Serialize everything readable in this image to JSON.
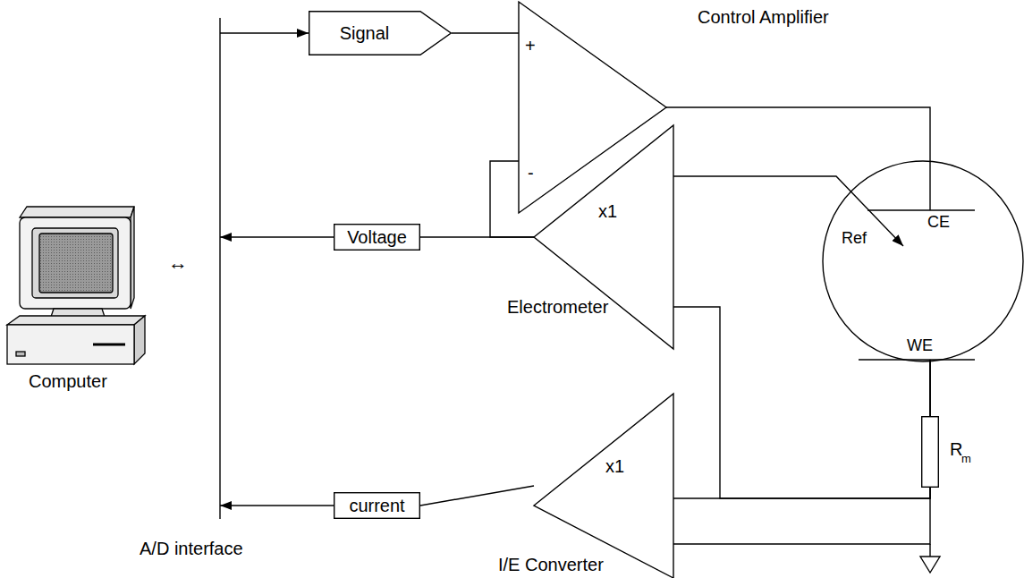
{
  "diagram": {
    "nodes": [
      {
        "text": [
          "Computer"
        ]
      },
      {
        "text": [
          "A/D interface"
        ]
      },
      {
        "text": [
          "Signal"
        ]
      },
      {
        "text": [
          "Control Amplifier",
          "+",
          "-"
        ]
      },
      {
        "text": [
          "Voltage"
        ]
      },
      {
        "text": [
          "x1",
          "Electrometer"
        ]
      },
      {
        "text": [
          "CE",
          "Ref",
          "WE"
        ]
      },
      {
        "text": [
          "current"
        ]
      },
      {
        "text": [
          "x1",
          "I/E Converter"
        ]
      },
      {
        "text": [
          "R",
          "m"
        ]
      }
    ],
    "edges": [
      {
        "from": 1,
        "to": 2,
        "arrow": "to"
      },
      {
        "from": 2,
        "to": 3,
        "arrow": "none"
      },
      {
        "from": 5,
        "to": 4,
        "arrow": "none"
      },
      {
        "from": 4,
        "to": 1,
        "arrow": "to"
      },
      {
        "from": 5,
        "to": 3,
        "arrow": "none"
      },
      {
        "from": 3,
        "to": 6,
        "arrow": "none"
      },
      {
        "from": 5,
        "to": 6,
        "arrow": "to"
      },
      {
        "from": 6,
        "to": 5,
        "arrow": "none"
      },
      {
        "from": 6,
        "to": 8,
        "arrow": "none"
      },
      {
        "from": 6,
        "to": 9,
        "arrow": "none"
      },
      {
        "from": 9,
        "to": 8,
        "arrow": "none"
      },
      {
        "from": 8,
        "to": 7,
        "arrow": "none"
      },
      {
        "from": 7,
        "to": 1,
        "arrow": "to"
      }
    ],
    "labels": [
      "↔"
    ]
  }
}
